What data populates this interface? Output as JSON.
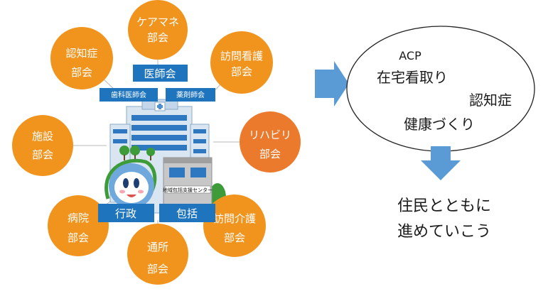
{
  "colors": {
    "orange": "#F0941E",
    "orange_dark": "#EC7A2C",
    "blue_box": "#1F74BE",
    "arrow": "#5B9BD5",
    "line": "#b8b8b8"
  },
  "committees": [
    {
      "id": "care-manager",
      "line1": "ケアマネ",
      "line2": "部会"
    },
    {
      "id": "home-nursing",
      "line1": "訪問看護",
      "line2": "部会"
    },
    {
      "id": "rehab",
      "line1": "リハビリ",
      "line2": "部会"
    },
    {
      "id": "home-care",
      "line1": "訪問介護",
      "line2": "部会"
    },
    {
      "id": "day-service",
      "line1": "通所",
      "line2": "部会"
    },
    {
      "id": "hospital",
      "line1": "病院",
      "line2": "部会"
    },
    {
      "id": "facility",
      "line1": "施設",
      "line2": "部会"
    },
    {
      "id": "dementia",
      "line1": "認知症",
      "line2": "部会"
    }
  ],
  "blue_labels": {
    "medical": "医師会",
    "dental": "歯科医師会",
    "pharmacy": "薬剤師会",
    "admin": "行政",
    "support": "包括"
  },
  "building_sign": "地域包括支援センター",
  "ellipse": {
    "line1": "ACP",
    "line2": "在宅看取り",
    "line3": "認知症",
    "line4": "健康づくり"
  },
  "message": {
    "line1": "住民とともに",
    "line2": "進めていこう"
  }
}
